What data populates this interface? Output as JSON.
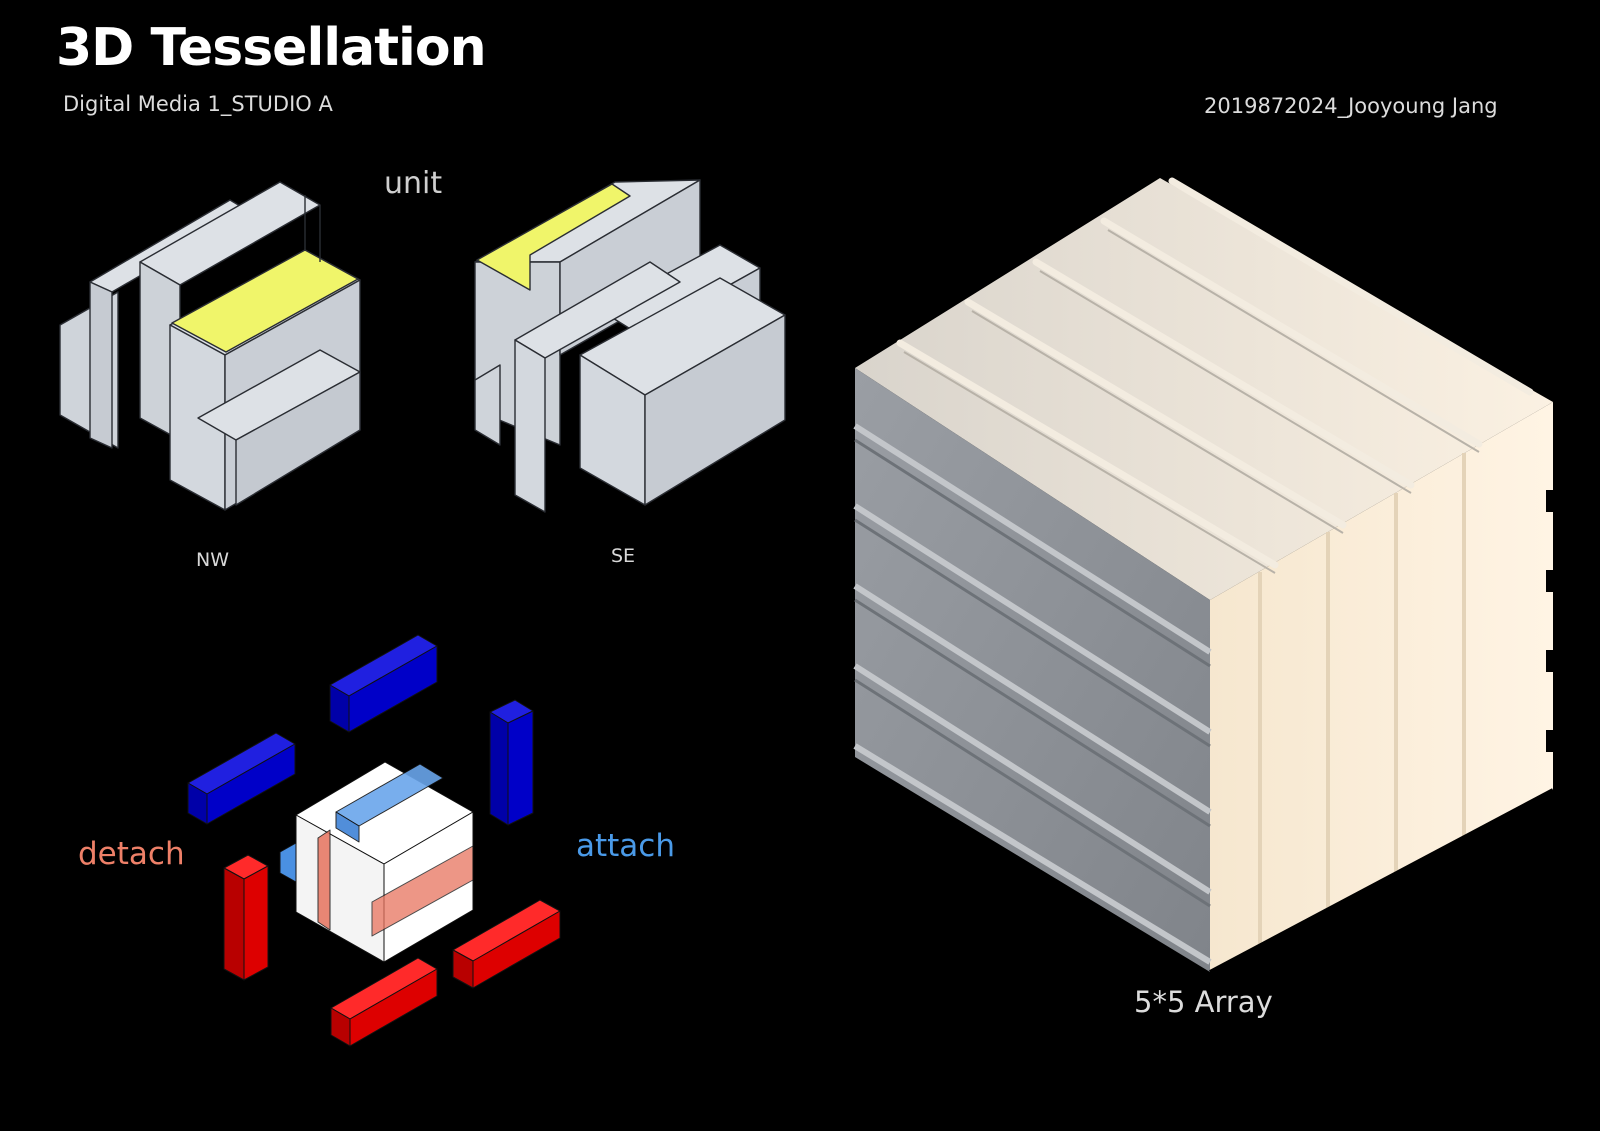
{
  "header": {
    "title": "3D Tessellation",
    "subtitle": "Digital Media 1_STUDIO A",
    "author": "2019872024_Jooyoung Jang"
  },
  "unit": {
    "label": "unit",
    "nw_label": "NW",
    "se_label": "SE"
  },
  "assembly": {
    "detach_label": "detach",
    "attach_label": "attach"
  },
  "array": {
    "label": "5*5 Array",
    "rows": 5,
    "columns": 5
  },
  "colors": {
    "background": "#000000",
    "unit_face": "#d6dbe1",
    "unit_highlight": "#f0f56a",
    "detach": "#dd0000",
    "attach_dark": "#0000c8",
    "attach_light": "#4a90e2",
    "array_light": "#fdf0dc",
    "array_shade": "#8a8e94"
  }
}
